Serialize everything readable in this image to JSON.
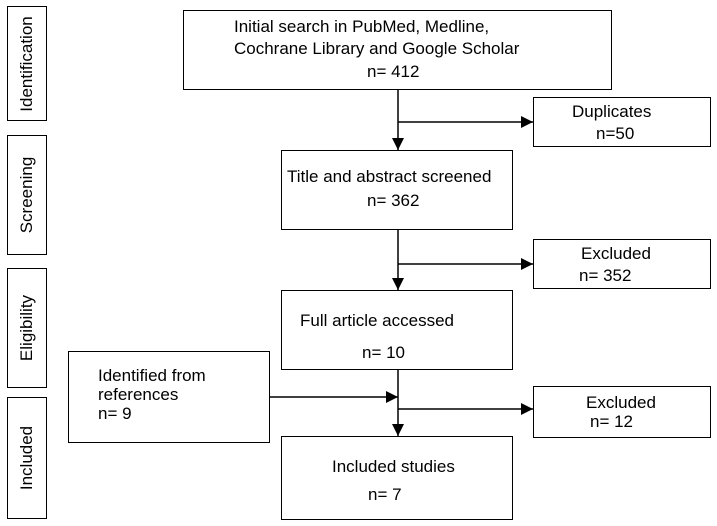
{
  "stages": {
    "identification": "Identification",
    "screening": "Screening",
    "eligibility": "Eligibility",
    "included": "Included"
  },
  "boxes": {
    "initial_search": {
      "line1": "Initial search in PubMed, Medline,",
      "line2": "Cochrane Library and Google Scholar",
      "count": "n= 412"
    },
    "duplicates": {
      "label": "Duplicates",
      "count": "n=50"
    },
    "title_abstract": {
      "label": "Title and abstract screened",
      "count": "n= 362"
    },
    "excluded_1": {
      "label": "Excluded",
      "count": "n= 352"
    },
    "full_article": {
      "label": "Full article accessed",
      "count": "n= 10"
    },
    "identified_refs": {
      "line1": "Identified from",
      "line2": "references",
      "count": "n= 9"
    },
    "excluded_2": {
      "label": "Excluded",
      "count": "n= 12"
    },
    "included_studies": {
      "label": "Included studies",
      "count": "n= 7"
    }
  }
}
